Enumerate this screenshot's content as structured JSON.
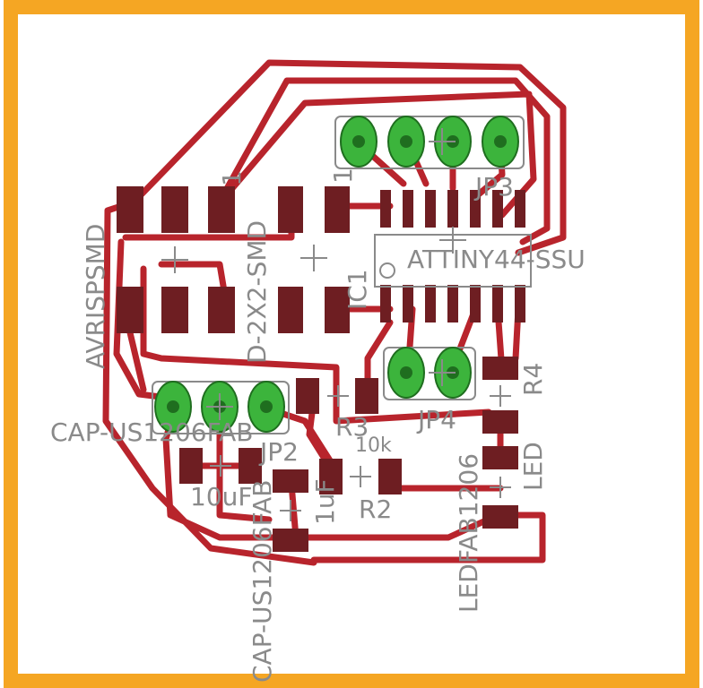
{
  "colors": {
    "board_border": "#f5a623",
    "background": "#ffffff",
    "trace": "#b8242c",
    "smd_pad": "#6e1e22",
    "via": "#3cb43c",
    "silkscreen": "#8a8a8a"
  },
  "labels": {
    "avrispsmd": "AVRISPSMD",
    "header_name": "D-2X2-SMD",
    "header_pin1": "1",
    "ic_ref": "IC1",
    "ic_pin1": "1",
    "ic_value": "ATTINY44-SSU",
    "jp3": "JP3",
    "jp4": "JP4",
    "r4": "R4",
    "r3": "R3",
    "r3_value": "10k",
    "r2": "R2",
    "jp2": "JP2",
    "cap_a": "CAP-US1206FAB",
    "cap_a_value": "10uF",
    "cap_b": "CAP-US1206FAB",
    "cap_b_value": "1uF",
    "led_package": "LEDFAB1206",
    "led_value": "LED"
  }
}
